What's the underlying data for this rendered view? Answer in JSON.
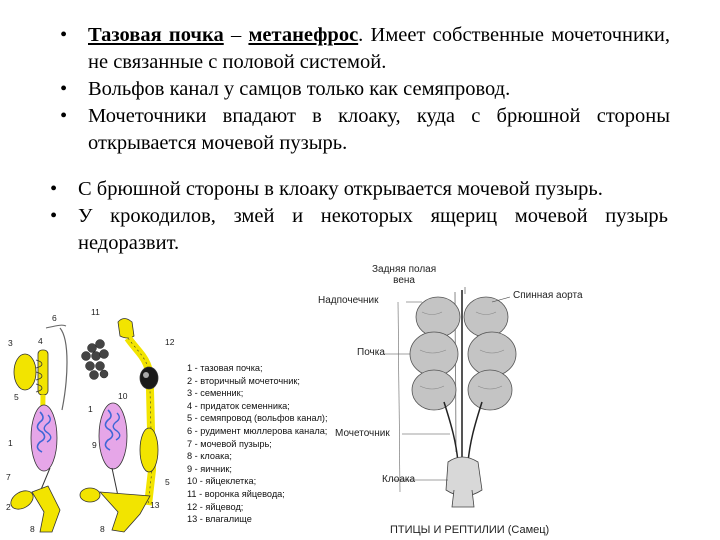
{
  "bullets_top": [
    {
      "term1": "Тазовая почка",
      "dash": " – ",
      "term2": "метанефрос",
      "rest": ". Имеет собственные мочеточники, не связанные с половой системой."
    },
    {
      "text": "Вольфов канал у самцов только как семяпровод."
    },
    {
      "text": "Мочеточники впадают в клоаку, куда с брюшной стороны открывается мочевой пузырь."
    }
  ],
  "bullets_bottom": [
    {
      "text": "С брюшной стороны в клоаку открывается мочевой пузырь."
    },
    {
      "text": "У крокодилов, змей и некоторых ящериц мочевой пузырь недоразвит."
    }
  ],
  "bullet_glyph": "•",
  "left_figure": {
    "numbers": [
      "6",
      "11",
      "3",
      "4",
      "5",
      "1",
      "7",
      "2",
      "8",
      "12",
      "10",
      "1",
      "9",
      "13",
      "8",
      "5"
    ],
    "legend": [
      "1 - тазовая почка;",
      "2 - вторичный мочеточник;",
      "3 - семенник;",
      "4 - придаток семенника;",
      "5 - семяпровод (вольфов канал);",
      "6 - рудимент мюллерова канала;",
      "7 - мочевой пузырь;",
      "8 - клоака;",
      "9 - яичник;",
      "10 - яйцеклетка;",
      "11 - воронка яйцевода;",
      "12 - яйцевод;",
      "13 - влагалище"
    ]
  },
  "right_figure": {
    "label_posterior_vein": "Задняя полая\nвена",
    "label_adrenal": "Надпочечник",
    "label_aorta": "Спинная аорта",
    "label_kidney": "Почка",
    "label_ureter": "Мочеточник",
    "label_cloaca": "Клоака",
    "caption": "ПТИЦЫ И РЕПТИЛИИ (Самец)"
  },
  "colors": {
    "yellow": "#f2e400",
    "pink": "#e6a6e8",
    "blue": "#3f66d6",
    "kidney_gray": "#b9b9b9"
  }
}
